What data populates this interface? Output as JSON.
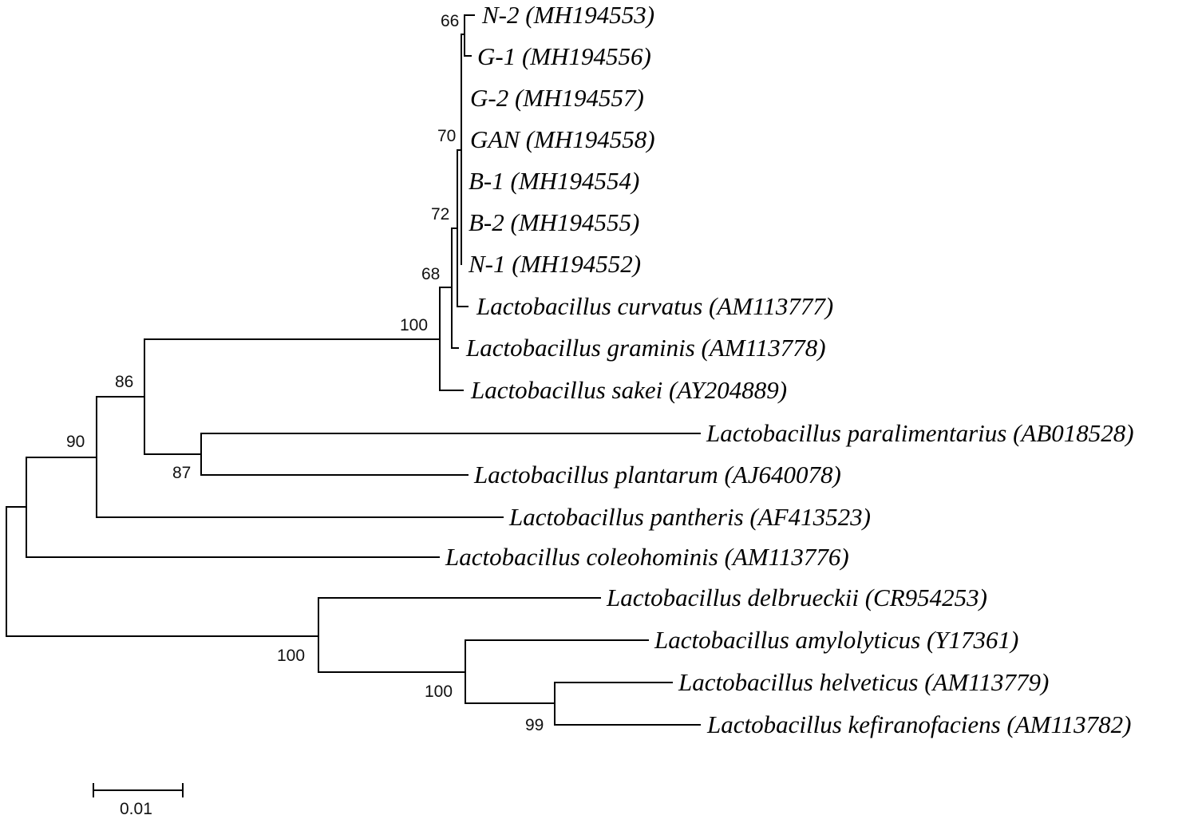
{
  "tree": {
    "leaves": [
      {
        "id": "n2",
        "label": "N-2 (MH194553)"
      },
      {
        "id": "g1",
        "label": "G-1 (MH194556)"
      },
      {
        "id": "g2",
        "label": "G-2 (MH194557)"
      },
      {
        "id": "gan",
        "label": "GAN (MH194558)"
      },
      {
        "id": "b1",
        "label": "B-1 (MH194554)"
      },
      {
        "id": "b2",
        "label": "B-2 (MH194555)"
      },
      {
        "id": "n1",
        "label": "N-1 (MH194552)"
      },
      {
        "id": "curv",
        "label": "Lactobacillus curvatus (AM113777)"
      },
      {
        "id": "gram",
        "label": "Lactobacillus graminis (AM113778)"
      },
      {
        "id": "sake",
        "label": "Lactobacillus sakei (AY204889)"
      },
      {
        "id": "para",
        "label": "Lactobacillus paralimentarius (AB018528)"
      },
      {
        "id": "plan",
        "label": "Lactobacillus plantarum (AJ640078)"
      },
      {
        "id": "pant",
        "label": "Lactobacillus pantheris (AF413523)"
      },
      {
        "id": "cole",
        "label": "Lactobacillus coleohominis (AM113776)"
      },
      {
        "id": "delb",
        "label": "Lactobacillus delbrueckii (CR954253)"
      },
      {
        "id": "amyl",
        "label": "Lactobacillus amylolyticus (Y17361)"
      },
      {
        "id": "helv",
        "label": "Lactobacillus helveticus (AM113779)"
      },
      {
        "id": "kefi",
        "label": "Lactobacillus kefiranofaciens (AM113782)"
      }
    ],
    "bootstrap_values": [
      {
        "node": "n66",
        "value": "66"
      },
      {
        "node": "n70",
        "value": "70"
      },
      {
        "node": "n72",
        "value": "72"
      },
      {
        "node": "n68",
        "value": "68"
      },
      {
        "node": "n100a",
        "value": "100"
      },
      {
        "node": "n86",
        "value": "86"
      },
      {
        "node": "n87",
        "value": "87"
      },
      {
        "node": "n90",
        "value": "90"
      },
      {
        "node": "n100b",
        "value": "100"
      },
      {
        "node": "n100c",
        "value": "100"
      },
      {
        "node": "n99",
        "value": "99"
      }
    ],
    "scale_bar_label": "0.01"
  }
}
